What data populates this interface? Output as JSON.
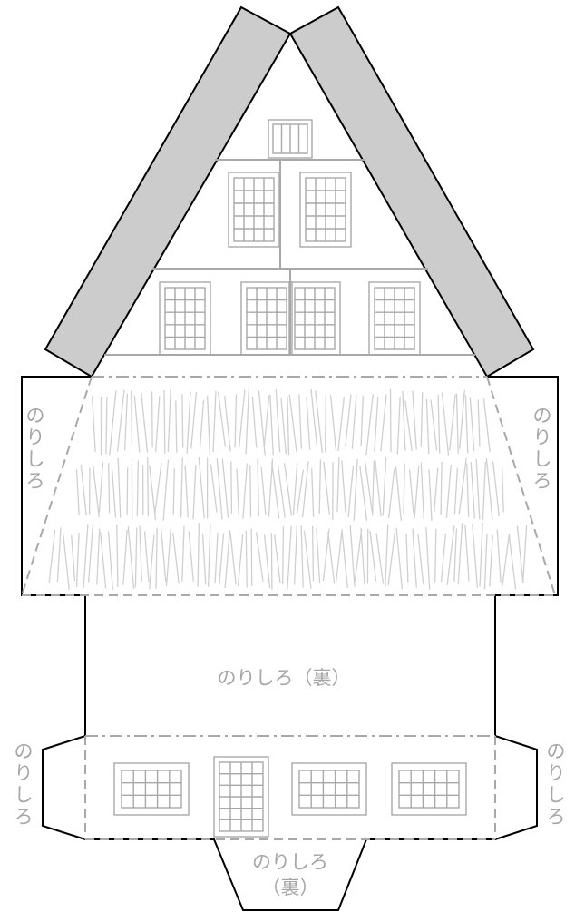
{
  "labels": {
    "glue_tab": "のりしろ",
    "glue_tab_back": "のりしろ（裏）",
    "glue_tab_bottom_line1": "のりしろ",
    "glue_tab_bottom_line2": "（裏）"
  },
  "colors": {
    "cut_line": "#000000",
    "fold_line": "#a8a8a8",
    "roof_fill": "#cccccc",
    "thatch_stroke": "#cfcfcf",
    "label_text": "#a6a6a6"
  }
}
